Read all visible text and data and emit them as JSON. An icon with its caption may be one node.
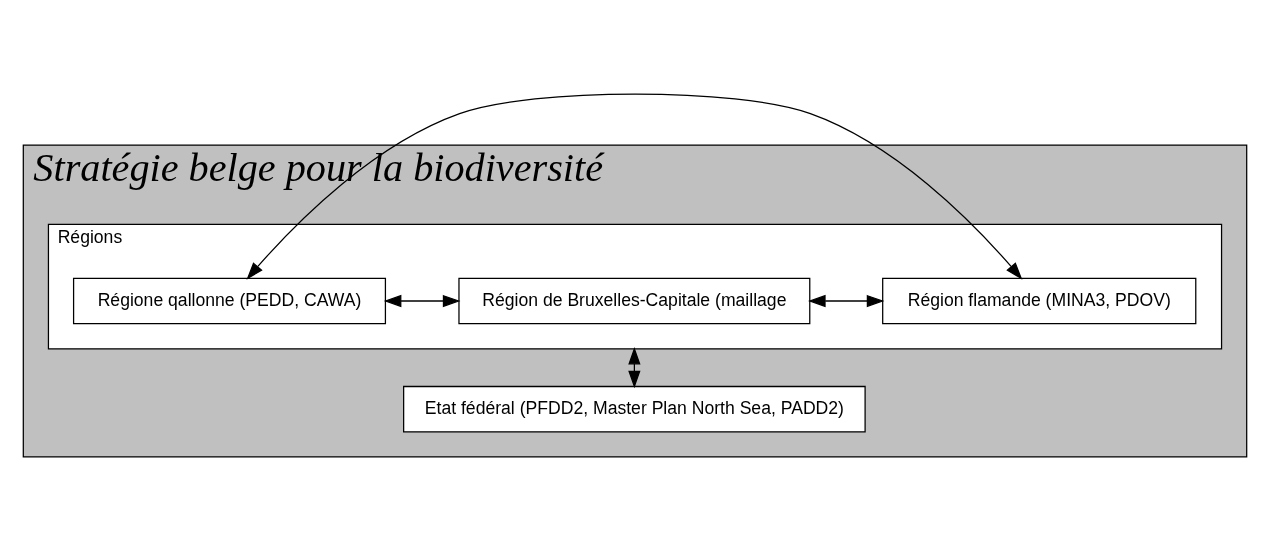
{
  "diagram": {
    "nodes": [
      {
        "text": [
          "Stratégie belge pour la biodiversité"
        ]
      },
      {
        "text": [
          "Régions"
        ],
        "in": 0
      },
      {
        "text": [
          "Régione qallonne (PEDD, CAWA)"
        ],
        "in": 1
      },
      {
        "text": [
          "Région de Bruxelles-Capitale (maillage"
        ],
        "in": 1
      },
      {
        "text": [
          "Région flamande (MINA3, PDOV)"
        ],
        "in": 1
      },
      {
        "text": [
          "Etat fédéral (PFDD2, Master Plan North Sea, PADD2)"
        ],
        "in": 0
      }
    ],
    "edges": [
      {
        "from": 2,
        "to": 3,
        "arrow": "both"
      },
      {
        "from": 3,
        "to": 4,
        "arrow": "both"
      },
      {
        "from": 2,
        "to": 4,
        "arrow": "both"
      },
      {
        "from": 1,
        "to": 5,
        "arrow": "both"
      }
    ]
  }
}
